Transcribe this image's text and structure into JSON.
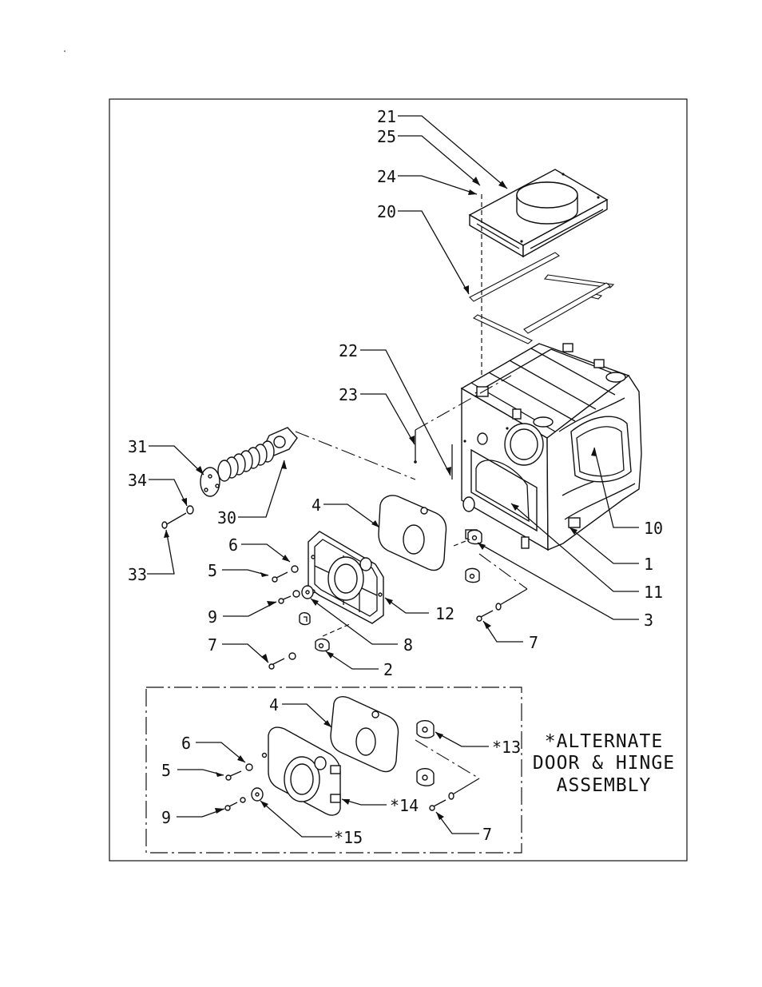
{
  "diagram": {
    "callouts": {
      "c21": "21",
      "c25": "25",
      "c24": "24",
      "c20": "20",
      "c22": "22",
      "c23": "23",
      "c31": "31",
      "c34": "34",
      "c33": "33",
      "c30": "30",
      "c4": "4",
      "c6": "6",
      "c5": "5",
      "c9": "9",
      "c7": "7",
      "c12": "12",
      "c8": "8",
      "c2": "2",
      "c10": "10",
      "c1": "1",
      "c11": "11",
      "c3": "3",
      "c7b": "7"
    },
    "inset": {
      "callouts": {
        "c4": "4",
        "c6": "6",
        "c5": "5",
        "c9": "9",
        "c13": "*13",
        "c14": "*14",
        "c15": "*15",
        "c7": "7"
      },
      "note_line1": "*ALTERNATE",
      "note_line2": "DOOR & HINGE",
      "note_line3": "ASSEMBLY"
    }
  }
}
